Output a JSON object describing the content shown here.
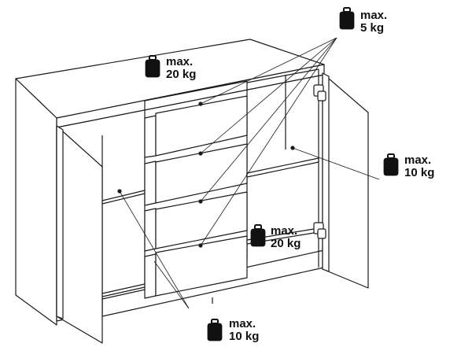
{
  "figure": {
    "colors": {
      "line": "#1a1a1a",
      "fill": "#ffffff",
      "weight": "#111111"
    },
    "weight_labels": [
      {
        "id": "top-drawers",
        "max_label": "max.",
        "load": "5 kg",
        "icon": "weight-icon"
      },
      {
        "id": "cabinet-top",
        "max_label": "max.",
        "load": "20 kg",
        "icon": "weight-icon"
      },
      {
        "id": "right-shelf",
        "max_label": "max.",
        "load": "10 kg",
        "icon": "weight-icon"
      },
      {
        "id": "bottom-drawer",
        "max_label": "max.",
        "load": "20 kg",
        "icon": "weight-icon"
      },
      {
        "id": "left-shelf",
        "max_label": "max.",
        "load": "10 kg",
        "icon": "weight-icon"
      }
    ]
  }
}
